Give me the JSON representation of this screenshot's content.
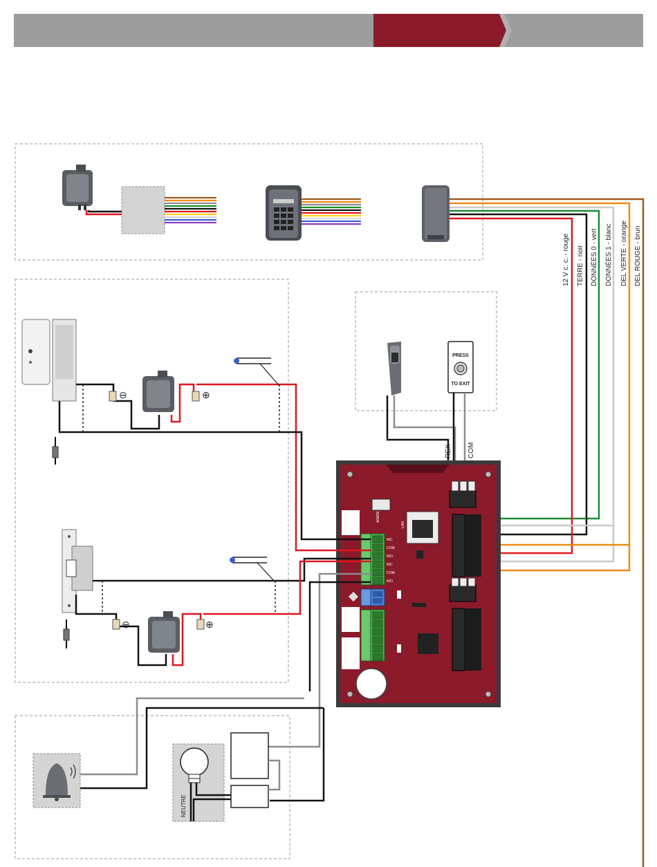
{
  "colors": {
    "header_gray": "#9d9d9d",
    "header_accent": "#8b1a2b",
    "board": "#8b1a2b",
    "red_wire": "#e0161e",
    "black_wire": "#111111",
    "green_wire": "#1e8a32",
    "gray_wire": "#8c8c8c",
    "orange_wire": "#f08a14",
    "brown_wire": "#9a5a1e",
    "terminal_green": "#4fb04f",
    "terminal_blue": "#4a7fd0"
  },
  "wire_labels": [
    "12 V c. c. - rouge",
    "TERRE - noir",
    "DONNÉES 0 - vert",
    "DONNÉES 1 - blanc",
    "DEL VERTE - orange",
    "DEL ROUGE - brun"
  ],
  "rex_label": "REX",
  "com_label": "COM",
  "exit_button": {
    "line1": "PRESS",
    "line2": "TO EXIT"
  },
  "neutral_label": "NEUTRE",
  "symbols": {
    "minus": "⊖",
    "plus": "⊕"
  },
  "board_labels": {
    "admin": "ADMIN",
    "lan": "LAN",
    "terminal_rows": [
      "N/C",
      "COM",
      "N/O",
      "N/C",
      "COM",
      "N/O"
    ]
  },
  "icons": [
    "transformer-icon",
    "keypad-icon",
    "card-reader-icon",
    "maglock-icon",
    "electric-strike-icon",
    "exit-button-icon",
    "motion-sensor-icon",
    "bell-icon",
    "light-bulb-icon",
    "diode-icon",
    "relay-icon"
  ]
}
